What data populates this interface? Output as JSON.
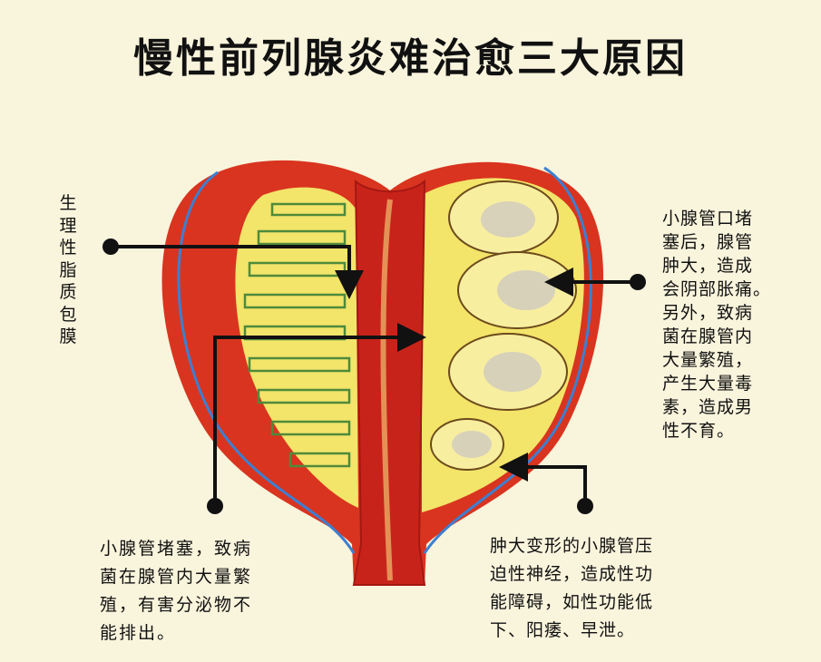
{
  "title": "慢性前列腺炎难治愈三大原因",
  "labels": {
    "capsule": [
      "生",
      "理",
      "性",
      "脂",
      "质",
      "包",
      "膜"
    ],
    "right_top": [
      "小腺管口堵",
      "塞后，腺管",
      "肿大，造成",
      "会阴部胀痛。",
      "另外，致病",
      "菌在腺管内",
      "大量繁殖，",
      "产生大量毒",
      "素，造成男",
      "性不育。"
    ],
    "bottom_left": [
      "小腺管堵塞，致病",
      "菌在腺管内大量繁",
      "殖，有害分泌物不",
      "能排出。"
    ],
    "bottom_right": [
      "肿大变形的小腺管压",
      "迫性神经，造成性功",
      "能障碍，如性功能低",
      "下、阳痿、早泄。"
    ]
  },
  "colors": {
    "background": "#f9f4dc",
    "tissue": "#d9341f",
    "gland": "#f3e46a",
    "capsule": "#3d7fd0",
    "pointer": "#111111"
  }
}
